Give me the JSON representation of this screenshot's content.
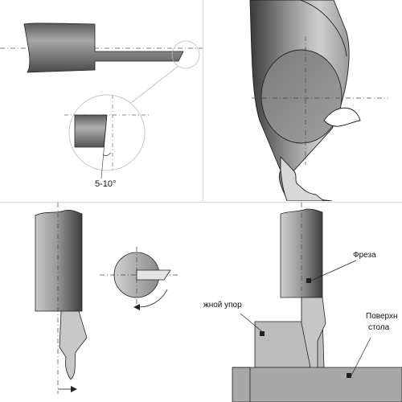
{
  "panels": {
    "top_left": {
      "angle_label": "5-10°"
    },
    "bottom_right": {
      "label_cutter": "Фреза",
      "label_stop": "жной упор",
      "label_surface_line1": "Поверхн",
      "label_surface_line2": "стола"
    }
  },
  "colors": {
    "steel_dark": "#4a4a4a",
    "steel_mid": "#8c8c8c",
    "steel_light": "#d0d0d0",
    "block_gray": "#b8b8b8",
    "line": "#222222"
  }
}
